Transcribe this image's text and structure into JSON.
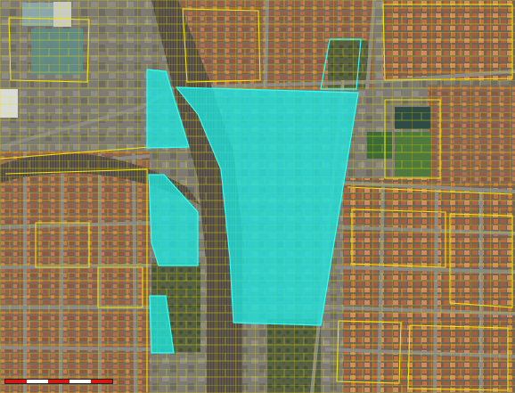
{
  "map": {
    "type": "aerial imagery with cadastral parcel overlay",
    "base_style": "satellite orthophoto",
    "colors": {
      "parcel_outline": "#f2e400",
      "highlight_fill": "#1ee6e0",
      "highlight_stroke": "#35fff6",
      "rooftop_terracotta": "#b86a44",
      "street": "#8b8b84",
      "railway": "#4d463c",
      "vegetation": "#4f6434",
      "scale_bar_red": "#d11a12",
      "scale_bar_white": "#ffffff"
    },
    "highlighted_areas": [
      "large-central-zone",
      "north-west-strip",
      "middle-west-strip",
      "south-west-strip"
    ],
    "features": [
      "dense-residential-blocks",
      "railway-corridor",
      "sports-fields",
      "warehouses"
    ]
  },
  "scale_bar": {
    "segments": [
      "red",
      "white",
      "red",
      "white",
      "red"
    ]
  }
}
